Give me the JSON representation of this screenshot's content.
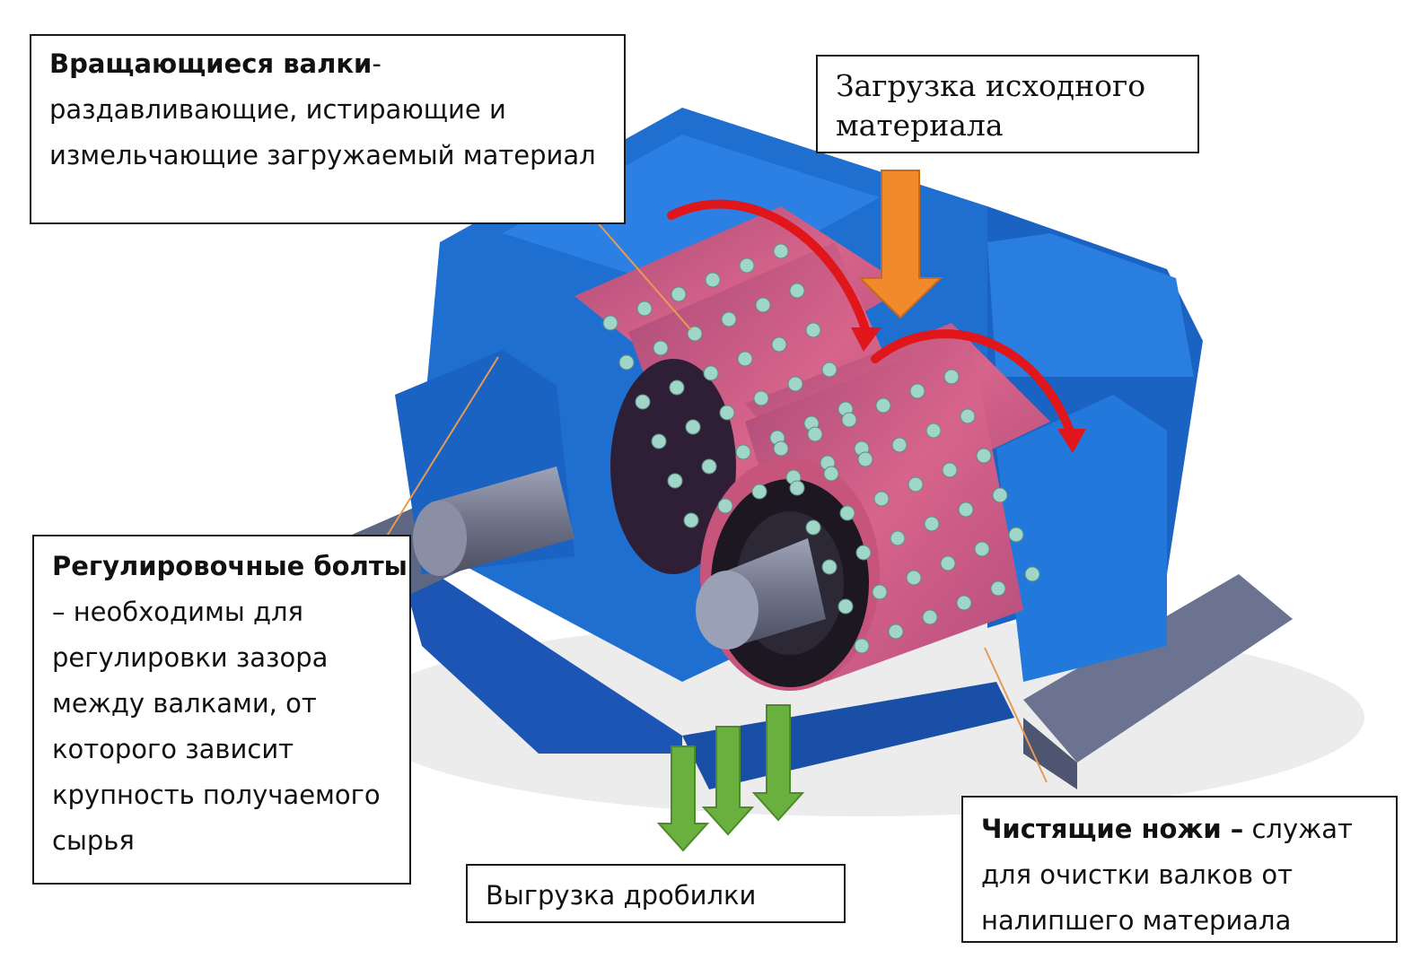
{
  "callouts": {
    "rollers": {
      "title": "Вращающиеся валки",
      "text": "-раздавливающие, истирающие и измельчающие загружаемый материал"
    },
    "loading": {
      "text": "Загрузка исходного материала"
    },
    "bolts": {
      "title": "Регулировочные болты",
      "text": " – необходимы для регулировки зазора между валками, от которого зависит крупность получаемого сырья"
    },
    "unloading": {
      "text": "Выгрузка дробилки"
    },
    "knives": {
      "title": "Чистящие ножи –",
      "text": " служат для очистки валков от налипшего материала"
    }
  },
  "colors": {
    "frame": "#1f6fd1",
    "roller": "#c9607e",
    "bolt": "#9fd6c8",
    "inflow_arrow": "#f08a2a",
    "rotation_arrow": "#e0161b",
    "outflow_arrow": "#6ab03f",
    "leader_line": "#e79a55",
    "shaft": "#6f7489"
  }
}
